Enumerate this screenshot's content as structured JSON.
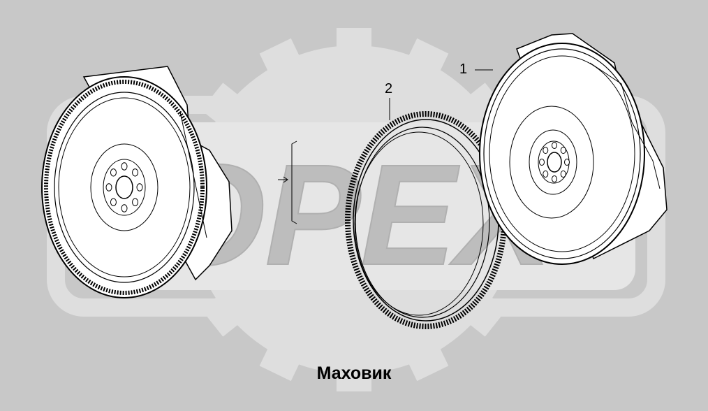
{
  "diagram": {
    "caption": "Маховик",
    "callouts": [
      {
        "id": "1",
        "label": "1",
        "part": "flywheel-assembly"
      },
      {
        "id": "2",
        "label": "2",
        "part": "ring-gear"
      }
    ],
    "watermark": {
      "text": "OPEX",
      "style": "gear-logo"
    },
    "colors": {
      "background": "#c8c8c8",
      "watermark": "#dedede",
      "line": "#000000",
      "fill": "#ffffff"
    }
  }
}
